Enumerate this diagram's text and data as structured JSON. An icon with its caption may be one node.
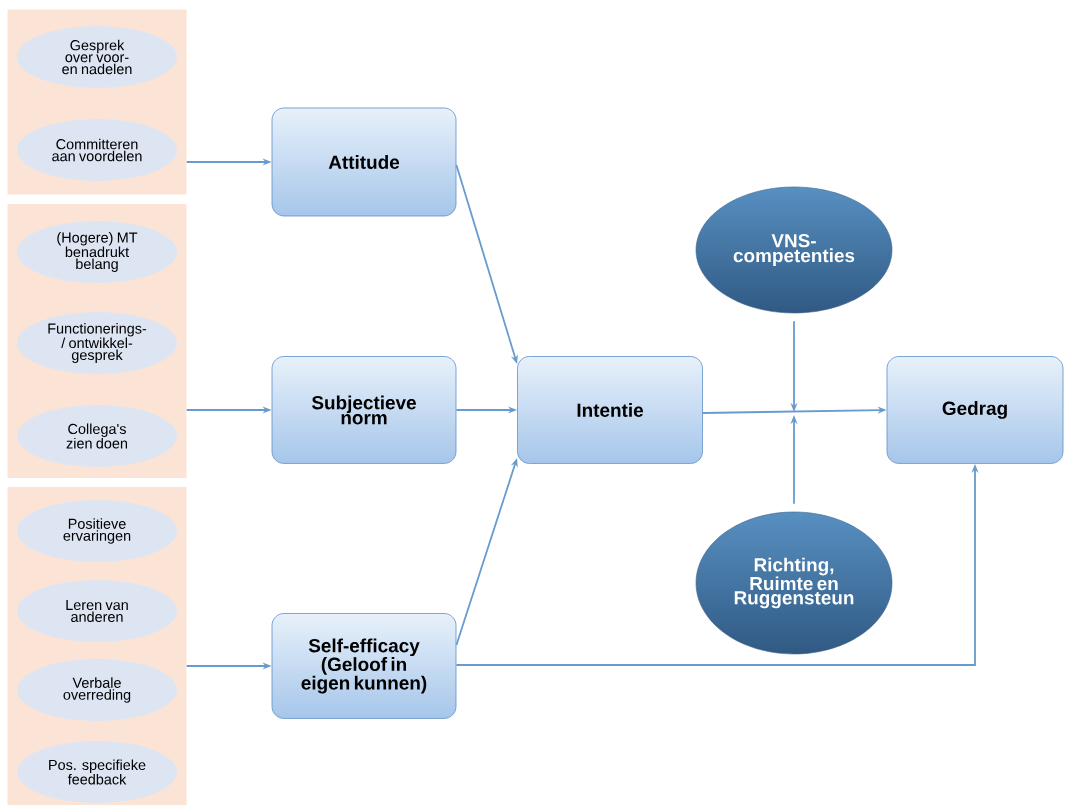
{
  "diagram": {
    "nodes": [
      {
        "text": [],
        "shape": "box"
      },
      {
        "text": [
          "Gesprek over voor- en nadelen"
        ],
        "in": 0
      },
      {
        "text": [
          "Committeren aan voordelen"
        ],
        "in": 0
      },
      {
        "text": [],
        "shape": "box"
      },
      {
        "text": [
          "(Hogere) MT benadrukt belang"
        ],
        "in": 3
      },
      {
        "text": [
          "Functionerings-/ ontwikkel- gesprek"
        ],
        "in": 3
      },
      {
        "text": [
          "Collega's zien doen"
        ],
        "in": 3
      },
      {
        "text": [],
        "shape": "box"
      },
      {
        "text": [
          "Positieve ervaringen"
        ],
        "in": 7
      },
      {
        "text": [
          "Leren van anderen"
        ],
        "in": 7
      },
      {
        "text": [
          "Verbale overreding"
        ],
        "in": 7
      },
      {
        "text": [
          "Pos. specifieke feedback"
        ],
        "in": 7
      },
      {
        "text": [
          "Attitude"
        ]
      },
      {
        "text": [
          "Subjectieve norm"
        ]
      },
      {
        "text": [
          "Self-efficacy (Geloof in eigen kunnen)"
        ]
      },
      {
        "text": [
          "Intentie"
        ]
      },
      {
        "text": [
          "VNS-competenties"
        ]
      },
      {
        "text": [
          "Gedrag"
        ]
      },
      {
        "text": [
          "Richting, Ruimte en Ruggensteun"
        ]
      }
    ],
    "edges": [
      {
        "from": 0,
        "to": 12,
        "arrow": "to"
      },
      {
        "from": 3,
        "to": 13,
        "arrow": "to"
      },
      {
        "from": 7,
        "to": 14,
        "arrow": "to"
      },
      {
        "from": 12,
        "to": 15,
        "arrow": "to"
      },
      {
        "from": 13,
        "to": 15,
        "arrow": "to"
      },
      {
        "from": 14,
        "to": 15,
        "arrow": "to"
      },
      {
        "from": 15,
        "to": 17,
        "arrow": "to"
      },
      {
        "from": 16,
        "to": null,
        "arrow": "to"
      },
      {
        "from": 18,
        "to": null,
        "arrow": "to"
      },
      {
        "from": 14,
        "to": 17,
        "arrow": "to"
      }
    ]
  }
}
